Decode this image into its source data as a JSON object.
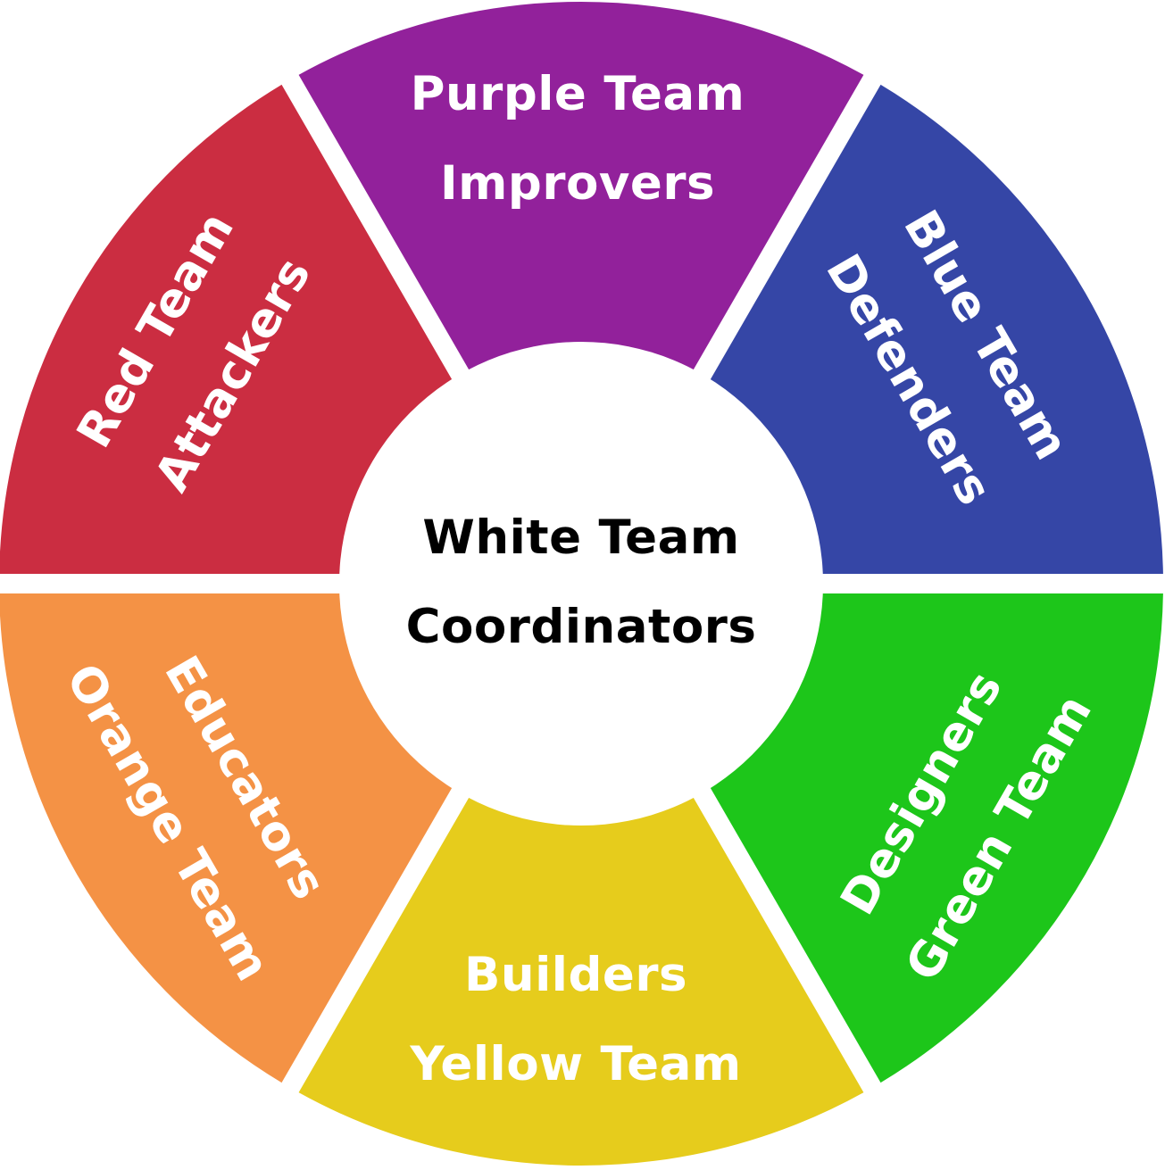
{
  "center": {
    "line1": "White Team",
    "line2": "Coordinators",
    "color": "#ffffff"
  },
  "segments": [
    {
      "id": "purple",
      "line1": "Purple Team",
      "line2": "Improvers",
      "color": "#92219b"
    },
    {
      "id": "blue",
      "line1": "Blue Team",
      "line2": "Defenders",
      "color": "#3546a6"
    },
    {
      "id": "green",
      "line1": "Designers",
      "line2": "Green Team",
      "color": "#1dc61a"
    },
    {
      "id": "yellow",
      "line1": "Builders",
      "line2": "Yellow Team",
      "color": "#e6cc1c"
    },
    {
      "id": "orange",
      "line1": "Educators",
      "line2": "Orange Team",
      "color": "#f49245"
    },
    {
      "id": "red",
      "line1": "Red Team",
      "line2": "Attackers",
      "color": "#cb2d41"
    }
  ]
}
